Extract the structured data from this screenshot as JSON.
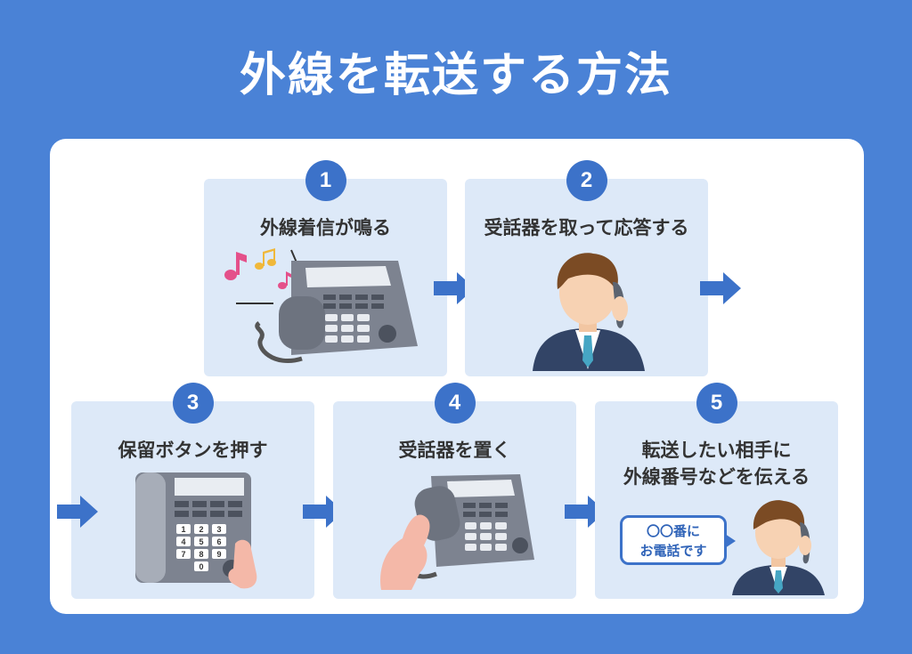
{
  "title": "外線を転送する方法",
  "steps": [
    {
      "number": "1",
      "label": "外線着信が鳴る"
    },
    {
      "number": "2",
      "label": "受話器を取って応答する"
    },
    {
      "number": "3",
      "label": "保留ボタンを押す"
    },
    {
      "number": "4",
      "label": "受話器を置く"
    },
    {
      "number": "5",
      "label_line1": "転送したい相手に",
      "label_line2": "外線番号などを伝える",
      "bubble_line1": "〇〇番に",
      "bubble_line2": "お電話です"
    }
  ],
  "keypad_digits": [
    "1",
    "2",
    "3",
    "4",
    "5",
    "6",
    "7",
    "8",
    "9",
    "0"
  ],
  "colors": {
    "background": "#4a82d6",
    "card": "#dde9f8",
    "accent": "#3c72c9"
  }
}
